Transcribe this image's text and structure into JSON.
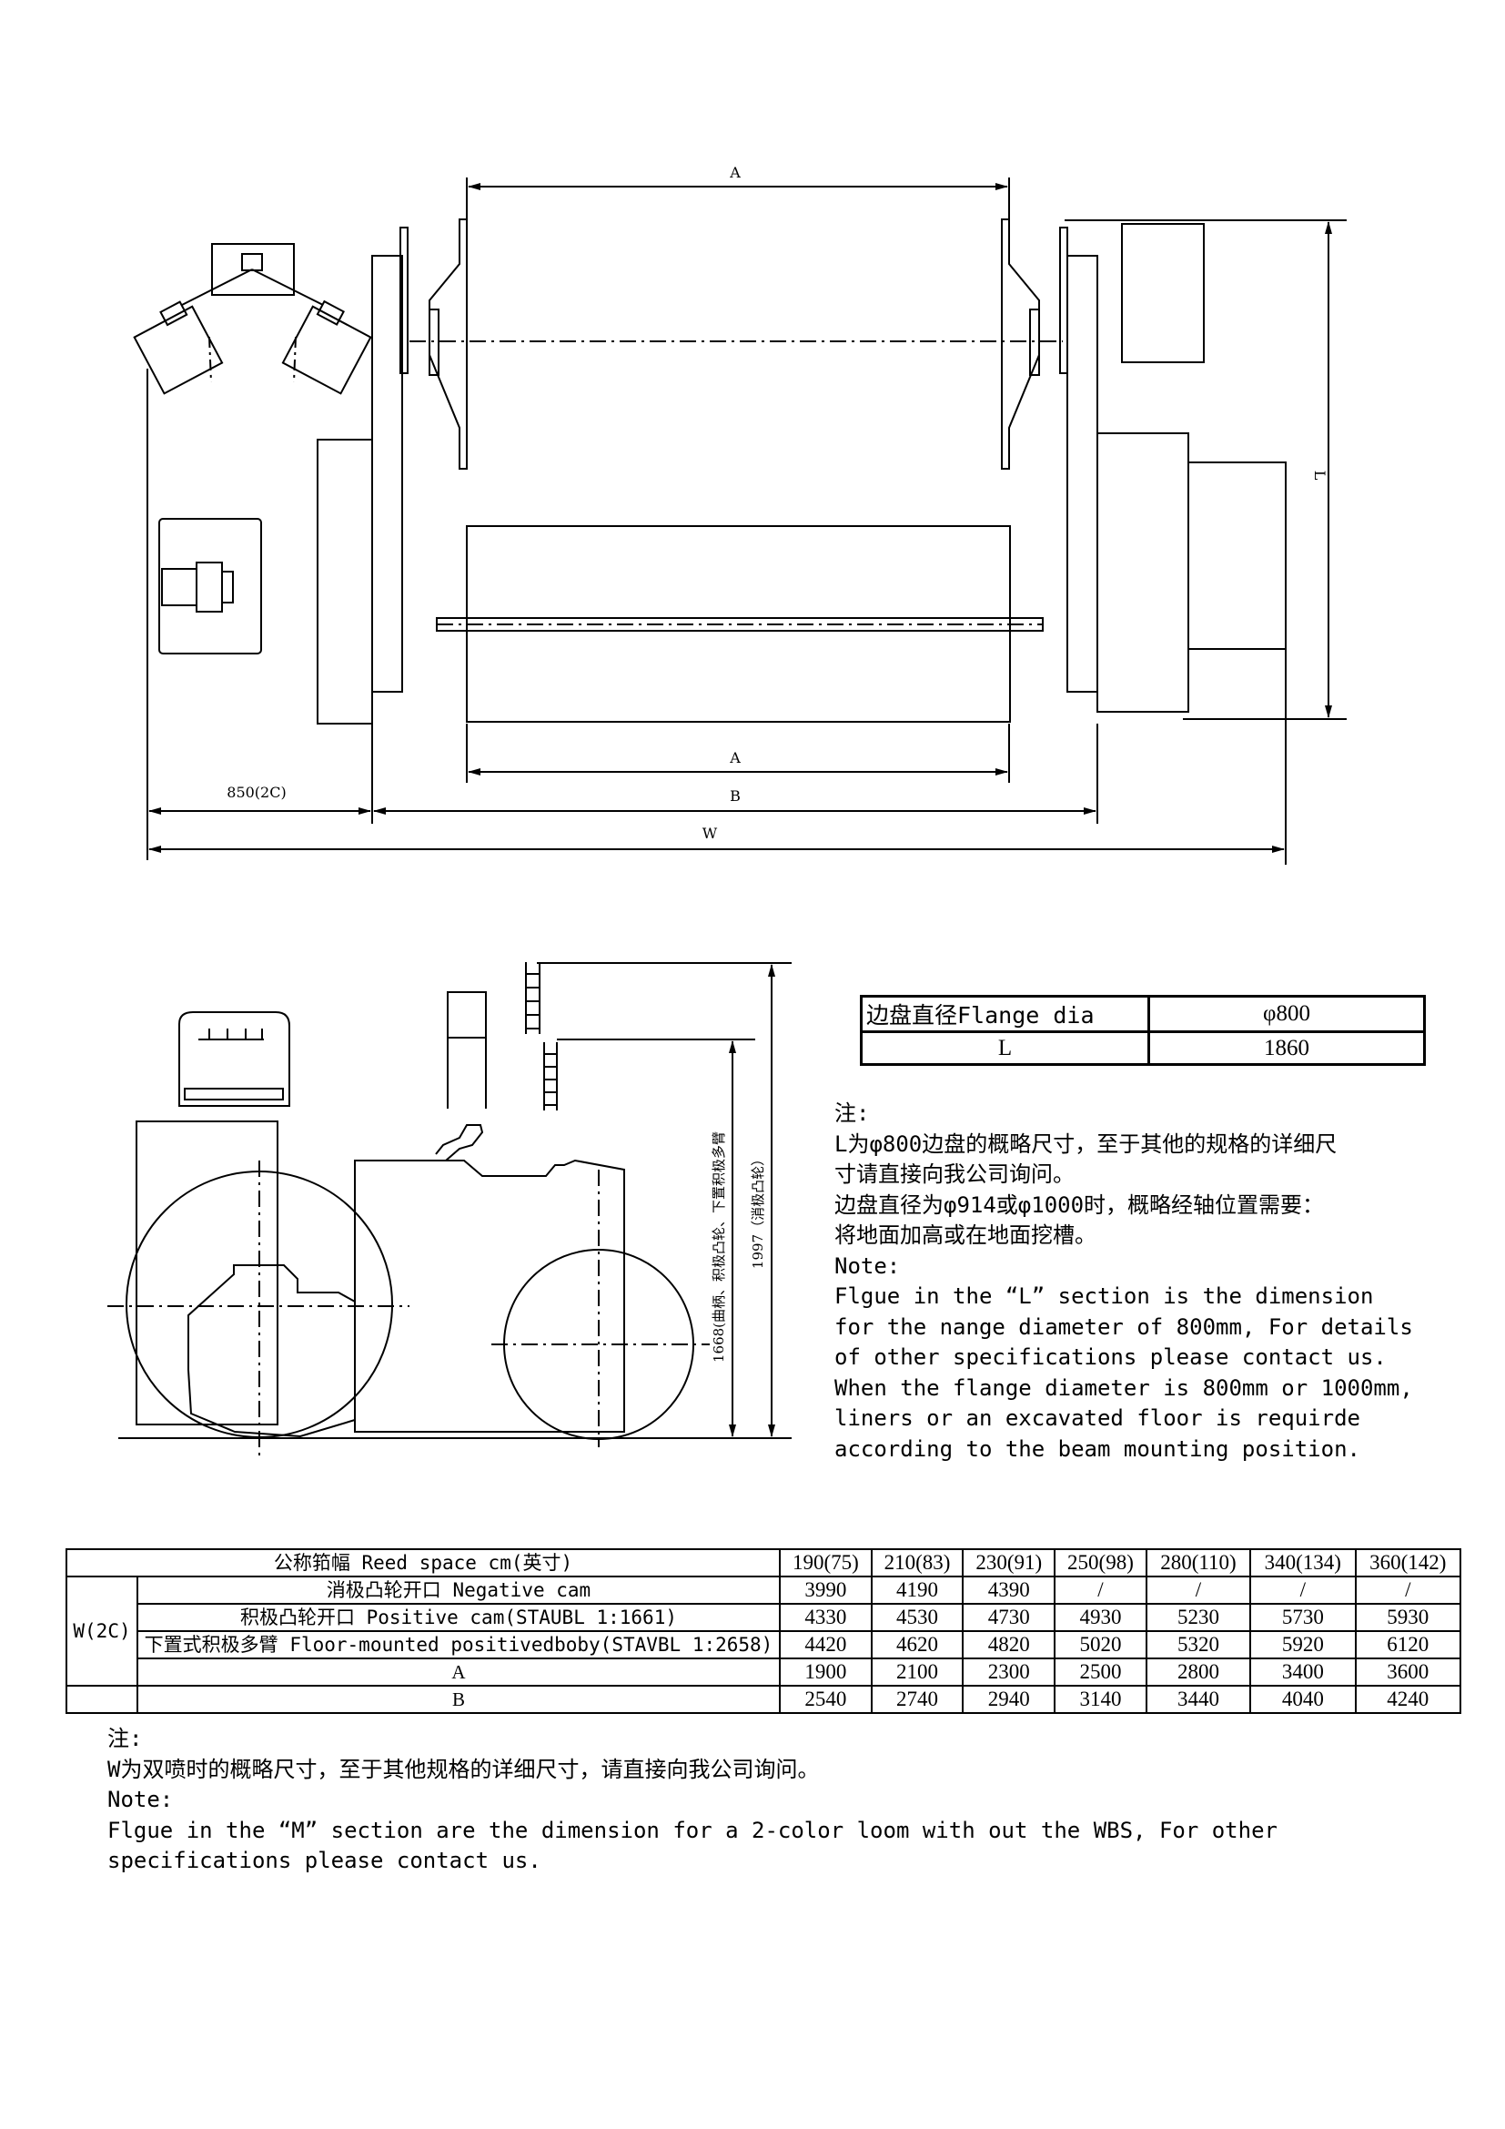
{
  "top_view": {
    "dim_a_top": "A",
    "dim_a_bottom": "A",
    "dim_b": "B",
    "dim_w": "W",
    "dim_850": "850(2C)",
    "dim_l": "L"
  },
  "side_view": {
    "dim_1668": "1668(曲柄、积极凸轮、下置积极多臂",
    "dim_1997": "1997（消极凸轮）"
  },
  "flange_table": {
    "row1_label": "边盘直径Flange dia",
    "row1_value": "φ800",
    "row2_label": "L",
    "row2_value": "1860"
  },
  "note_right": {
    "lines": [
      "注:",
      "L为φ800边盘的概略尺寸，至于其他的规格的详细尺",
      "寸请直接向我公司询问。",
      "边盘直径为φ914或φ1000时，概略经轴位置需要：",
      "将地面加高或在地面挖槽。",
      "Note:",
      "Flgue in the “L” section is the dimension",
      "for the nange diameter of 800mm, For details",
      "of other specifications please contact us.",
      "When the flange diameter is 800mm or 1000mm,",
      "liners or an excavated floor is requirde",
      "according to the beam mounting position."
    ]
  },
  "spec_table": {
    "header_label": "公称筘幅 Reed space cm(英寸)",
    "columns": [
      "190(75)",
      "210(83)",
      "230(91)",
      "250(98)",
      "280(110)",
      "340(134)",
      "360(142)"
    ],
    "group_label": "W(2C)",
    "rows": [
      {
        "label": "消极凸轮开口 Negative cam",
        "values": [
          "3990",
          "4190",
          "4390",
          "/",
          "/",
          "/",
          "/"
        ]
      },
      {
        "label": "积极凸轮开口 Positive cam(STAUBL 1:1661)",
        "values": [
          "4330",
          "4530",
          "4730",
          "4930",
          "5230",
          "5730",
          "5930"
        ]
      },
      {
        "label": "下置式积极多臂 Floor-mounted positivedboby(STAVBL 1:2658)",
        "values": [
          "4420",
          "4620",
          "4820",
          "5020",
          "5320",
          "5920",
          "6120"
        ]
      },
      {
        "label": "A",
        "values": [
          "1900",
          "2100",
          "2300",
          "2500",
          "2800",
          "3400",
          "3600"
        ]
      },
      {
        "label": "B",
        "values": [
          "2540",
          "2740",
          "2940",
          "3140",
          "3440",
          "4040",
          "4240"
        ]
      }
    ]
  },
  "note_bottom": {
    "lines": [
      "注:",
      "W为双喷时的概略尺寸，至于其他规格的详细尺寸，请直接向我公司询问。",
      "Note:",
      "Flgue in the “M” section are the dimension for a 2-color loom with out the WBS, For other",
      "specifications please contact us."
    ]
  }
}
